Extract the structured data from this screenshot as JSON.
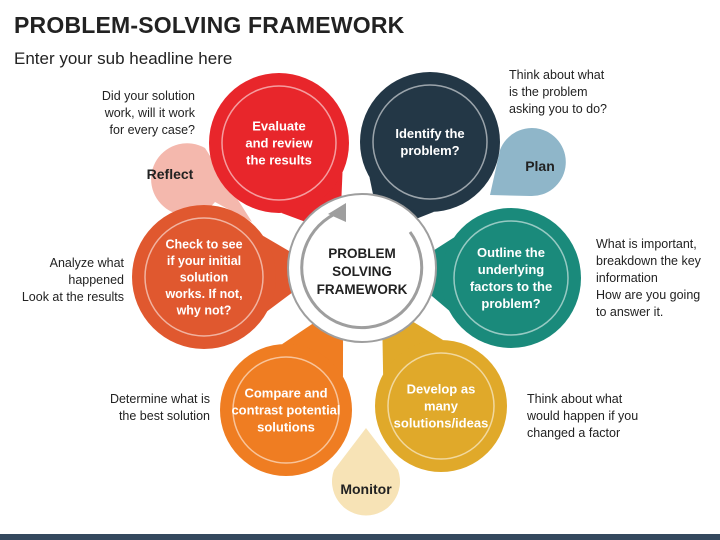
{
  "title": "PROBLEM-SOLVING FRAMEWORK",
  "subtitle": "Enter your sub headline here",
  "center": {
    "line1": "PROBLEM",
    "line2": "SOLVING",
    "line3": "FRAMEWORK"
  },
  "steps": [
    {
      "id": "identify",
      "lines": [
        "Identify the",
        "problem?"
      ],
      "color": "#233746",
      "ring": "#ffffff"
    },
    {
      "id": "outline",
      "lines": [
        "Outline the",
        "underlying",
        "factors to the",
        "problem?"
      ],
      "color": "#1a8a7b",
      "ring": "#ffffff"
    },
    {
      "id": "develop",
      "lines": [
        "Develop as",
        "many",
        "solutions/ideas"
      ],
      "color": "#e0a92a",
      "ring": "#ffffff"
    },
    {
      "id": "compare",
      "lines": [
        "Compare and",
        "contrast potential",
        "solutions"
      ],
      "color": "#ef7d22",
      "ring": "#ffffff"
    },
    {
      "id": "check",
      "lines": [
        "Check to see",
        "if your initial",
        "solution",
        "works. If not,",
        "why not?"
      ],
      "color": "#e0582f",
      "ring": "#ffffff"
    },
    {
      "id": "evaluate",
      "lines": [
        "Evaluate",
        "and review",
        "the results"
      ],
      "color": "#e8262b",
      "ring": "#ffffff"
    }
  ],
  "drops": [
    {
      "id": "plan",
      "label": "Plan",
      "color": "#8fb6c9"
    },
    {
      "id": "monitor",
      "label": "Monitor",
      "color": "#f7e3b6"
    },
    {
      "id": "reflect",
      "label": "Reflect",
      "color": "#f4b8ad"
    }
  ],
  "notes": {
    "identify": "Think about what\nis the problem\nasking you to do?",
    "outline": "What is important,\nbreakdown the key\ninformation\nHow are you going\nto answer it.",
    "develop": "Think about what\nwould happen if you\nchanged a factor",
    "compare": "Determine what is\nthe best solution",
    "check": "Analyze what\nhappened\nLook at the results",
    "evaluate": "Did your solution\nwork, will it work\nfor every case?"
  },
  "colors": {
    "center_ring": "#9e9e9e",
    "bottom_bar": "#34495e"
  }
}
